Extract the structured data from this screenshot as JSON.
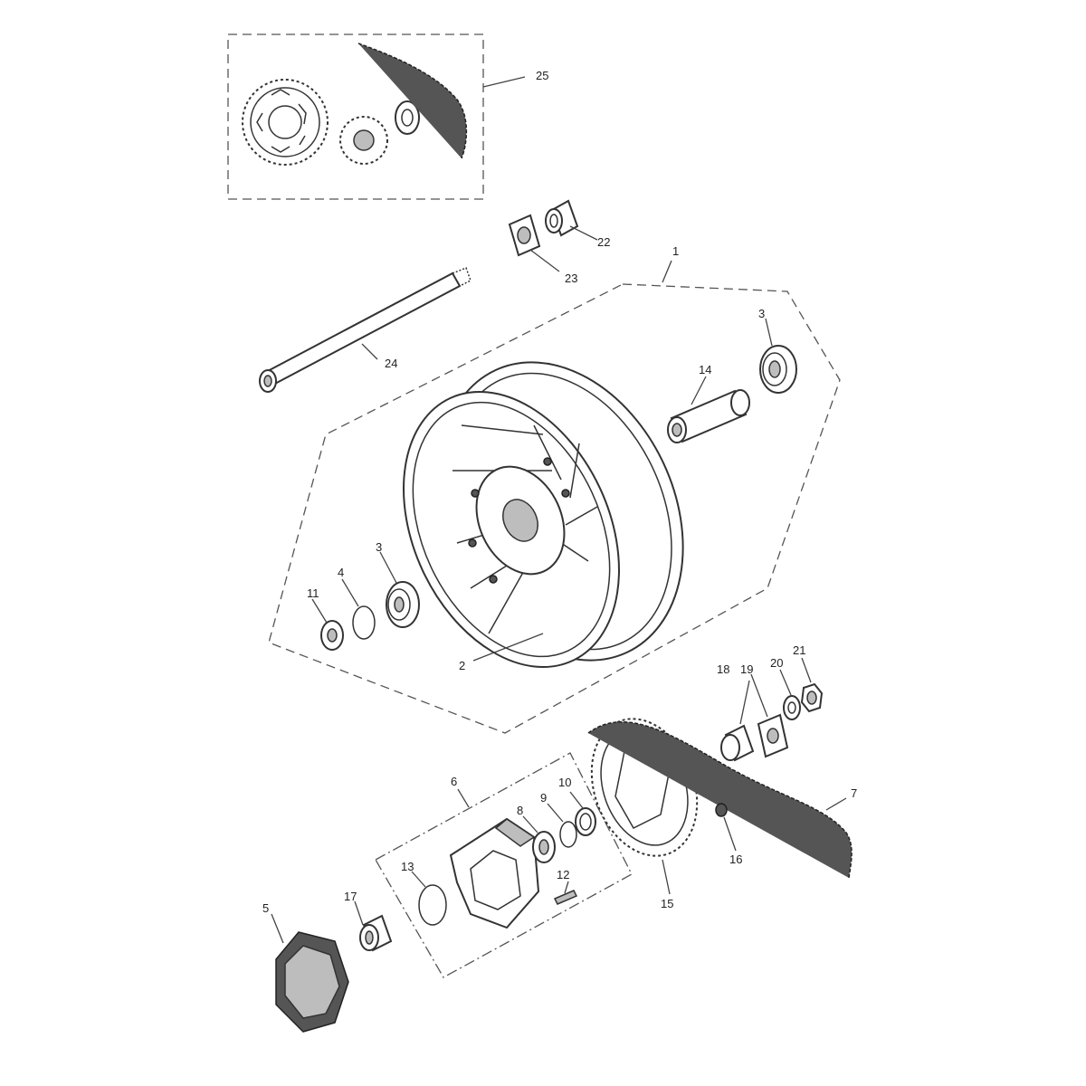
{
  "callouts": [
    {
      "id": "1",
      "label": "1"
    },
    {
      "id": "2",
      "label": "2"
    },
    {
      "id": "3a",
      "label": "3"
    },
    {
      "id": "3b",
      "label": "3"
    },
    {
      "id": "4",
      "label": "4"
    },
    {
      "id": "5",
      "label": "5"
    },
    {
      "id": "6",
      "label": "6"
    },
    {
      "id": "7",
      "label": "7"
    },
    {
      "id": "8",
      "label": "8"
    },
    {
      "id": "9",
      "label": "9"
    },
    {
      "id": "10",
      "label": "10"
    },
    {
      "id": "11",
      "label": "11"
    },
    {
      "id": "12",
      "label": "12"
    },
    {
      "id": "13",
      "label": "13"
    },
    {
      "id": "14",
      "label": "14"
    },
    {
      "id": "15",
      "label": "15"
    },
    {
      "id": "16",
      "label": "16"
    },
    {
      "id": "17",
      "label": "17"
    },
    {
      "id": "18",
      "label": "18"
    },
    {
      "id": "19",
      "label": "19"
    },
    {
      "id": "20",
      "label": "20"
    },
    {
      "id": "21",
      "label": "21"
    },
    {
      "id": "22",
      "label": "22"
    },
    {
      "id": "23",
      "label": "23"
    },
    {
      "id": "24",
      "label": "24"
    },
    {
      "id": "25",
      "label": "25"
    }
  ]
}
